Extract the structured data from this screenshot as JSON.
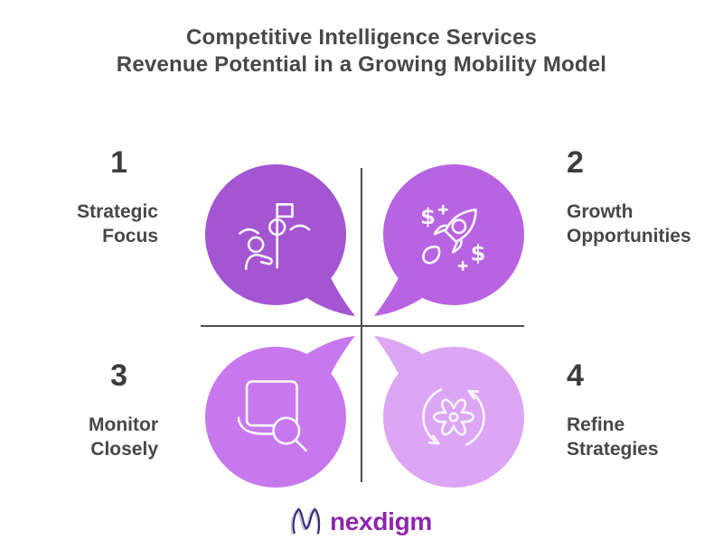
{
  "title": {
    "line1": "Competitive Intelligence Services",
    "line2": "Revenue Potential in a Growing Mobility Model"
  },
  "quadrants": [
    {
      "number": "1",
      "label": "Strategic\nFocus",
      "icon": "milestone-flag-person-icon",
      "bubble_color": "#a455d2",
      "tail_direction": "bottom-right"
    },
    {
      "number": "2",
      "label": "Growth\nOpportunities",
      "icon": "rocket-dollars-icon",
      "bubble_color": "#b763e2",
      "tail_direction": "bottom-left"
    },
    {
      "number": "3",
      "label": "Monitor\nClosely",
      "icon": "laptop-magnifier-icon",
      "bubble_color": "#c778ec",
      "tail_direction": "top-right"
    },
    {
      "number": "4",
      "label": "Refine\nStrategies",
      "icon": "gear-cycle-arrows-icon",
      "bubble_color": "#dca6f4",
      "tail_direction": "top-left"
    }
  ],
  "icon_symbols": {
    "dollar": "$"
  },
  "colors": {
    "background": "#ffffff",
    "title_text": "#484848",
    "number_text": "#3d3d3d",
    "label_text": "#474747",
    "divider": "#4d4d4d",
    "icon_stroke": "#f7f2fb",
    "logo_wordmark": "#8d27ad",
    "logo_symbol": "#382a7d",
    "logo_symbol_echo": "#a8a8b4"
  },
  "logo": {
    "brand": "nexdigm",
    "symbol": "n-wave-icon"
  }
}
